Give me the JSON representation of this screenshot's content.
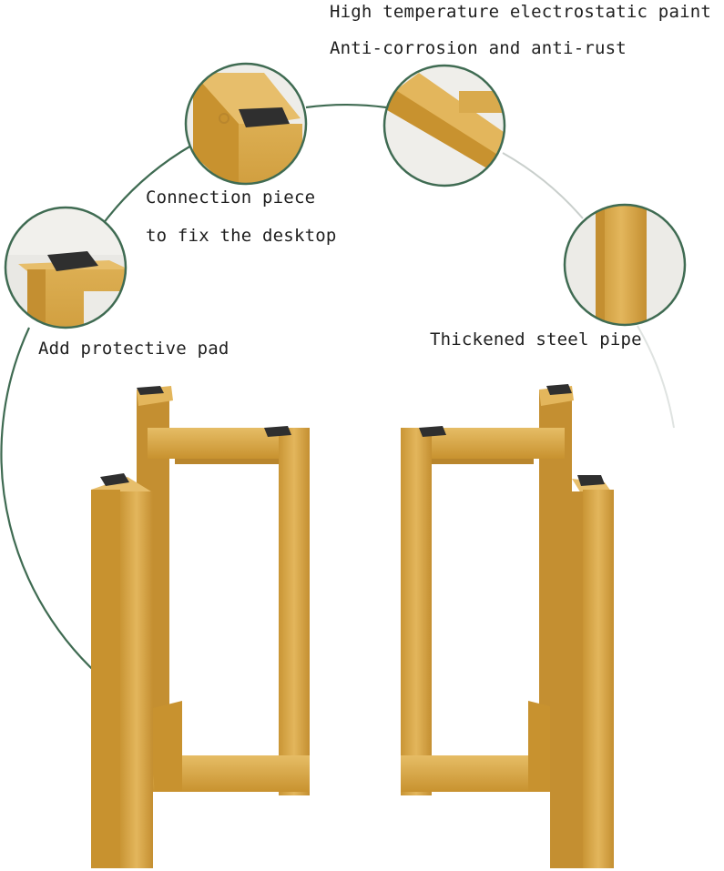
{
  "labels": {
    "paint": "High temperature electrostatic paint",
    "corrosion": "Anti-corrosion and anti-rust",
    "connection_line1": "Connection piece",
    "connection_line2": "to fix the desktop",
    "pad": "Add protective pad",
    "pipe": "Thickened steel pipe"
  },
  "colors": {
    "gold": "#d6a548",
    "gold_dark": "#b9862d",
    "ring_green": "#3f6b52",
    "pad": "#2f2f2f",
    "background": "#ffffff"
  }
}
